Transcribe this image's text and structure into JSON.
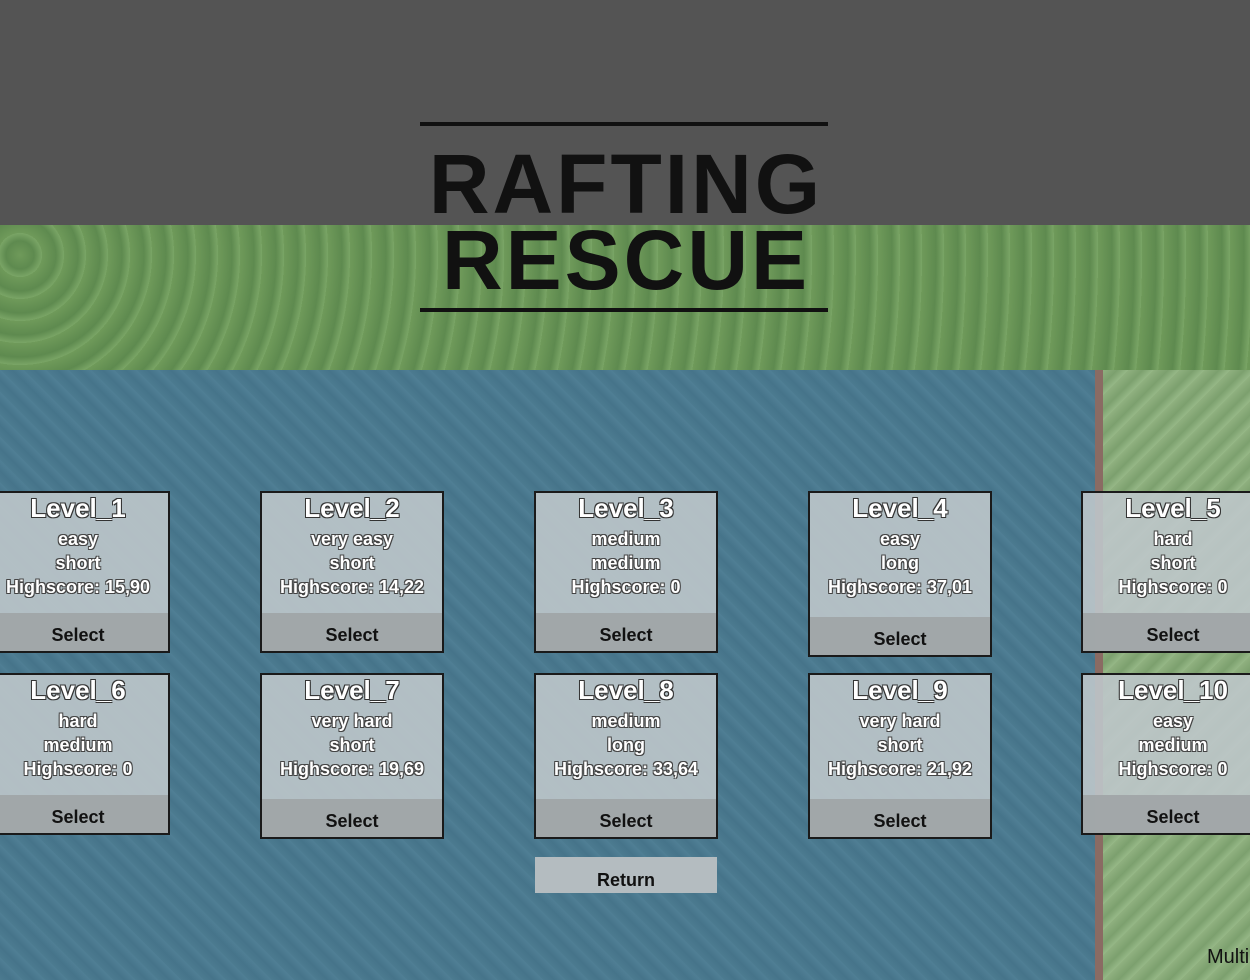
{
  "title": {
    "line1": "RAFTING",
    "line2": "RESCUE"
  },
  "levels": [
    {
      "name": "Level_1",
      "difficulty": "easy",
      "length": "short",
      "highscore": "Highscore: 15,90",
      "select": "Select"
    },
    {
      "name": "Level_2",
      "difficulty": "very easy",
      "length": "short",
      "highscore": "Highscore: 14,22",
      "select": "Select"
    },
    {
      "name": "Level_3",
      "difficulty": "medium",
      "length": "medium",
      "highscore": "Highscore: 0",
      "select": "Select"
    },
    {
      "name": "Level_4",
      "difficulty": "easy",
      "length": "long",
      "highscore": "Highscore: 37,01",
      "select": "Select"
    },
    {
      "name": "Level_5",
      "difficulty": "hard",
      "length": "short",
      "highscore": "Highscore: 0",
      "select": "Select"
    },
    {
      "name": "Level_6",
      "difficulty": "hard",
      "length": "medium",
      "highscore": "Highscore: 0",
      "select": "Select"
    },
    {
      "name": "Level_7",
      "difficulty": "very hard",
      "length": "short",
      "highscore": "Highscore: 19,69",
      "select": "Select"
    },
    {
      "name": "Level_8",
      "difficulty": "medium",
      "length": "long",
      "highscore": "Highscore: 33,64",
      "select": "Select"
    },
    {
      "name": "Level_9",
      "difficulty": "very hard",
      "length": "short",
      "highscore": "Highscore: 21,92",
      "select": "Select"
    },
    {
      "name": "Level_10",
      "difficulty": "easy",
      "length": "medium",
      "highscore": "Highscore: 0",
      "select": "Select"
    }
  ],
  "return_label": "Return",
  "multi_label": "Multi"
}
